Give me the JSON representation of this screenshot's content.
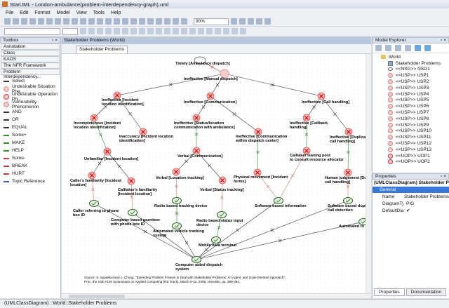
{
  "window": {
    "title": "StarUML - London-ambulance(problem-interdependency-graph).uml"
  },
  "menu": [
    "File",
    "Edit",
    "Format",
    "Model",
    "View",
    "Tools",
    "Help"
  ],
  "toolbar": {
    "zoom": "90%"
  },
  "toolbox": {
    "title": "Toolbox",
    "categories": [
      "Annotation",
      "Class",
      "KAOS",
      "The NFR Framework",
      "Problem Interdependency..."
    ],
    "items": [
      {
        "label": "Select",
        "icon": "cursor",
        "color": "#333333"
      },
      {
        "label": "Undesirable Situation Phe...",
        "icon": "circle",
        "color": "#f5c9c9"
      },
      {
        "label": "Undesirable Operation Ph...",
        "icon": "circle-bold",
        "color": "#f5c9c9"
      },
      {
        "label": "Vulnerability Phenomenon",
        "icon": "circle-dashed",
        "color": "#f5c9c9"
      },
      {
        "label": "AND",
        "icon": "arrow",
        "color": "#333333"
      },
      {
        "label": "OR",
        "icon": "arrow",
        "color": "#333333"
      },
      {
        "label": "EQUAL",
        "icon": "arrow",
        "color": "#333333"
      },
      {
        "label": "Some+",
        "icon": "arrow",
        "color": "#2e8b2e"
      },
      {
        "label": "MAKE",
        "icon": "arrow",
        "color": "#2e8b2e"
      },
      {
        "label": "HELP",
        "icon": "arrow",
        "color": "#2e8b2e"
      },
      {
        "label": "Some-",
        "icon": "arrow",
        "color": "#c04040"
      },
      {
        "label": "BREAK",
        "icon": "arrow",
        "color": "#c04040"
      },
      {
        "label": "HURT",
        "icon": "arrow",
        "color": "#c04040"
      },
      {
        "label": "Topic Reference",
        "icon": "link",
        "color": "#4060a0"
      }
    ]
  },
  "diagram": {
    "header": "Stakeholder Problems (World)",
    "tab": "Stakeholder Problems",
    "nodes": [
      "Timely [Ambulance dispatch]",
      "Ineffective [Manual dispatch]",
      "Ineffective [Incident\nlocation identification]",
      "Ineffective [Communication]",
      "Ineffective [Call handling]",
      "Incompleteness [Incident\nlocation identification]",
      "Inaccuracy [Incident location\nidentification]",
      "Ineffective [Status/location\ncommunication with ambulance]",
      "Ineffective [Communication\nwithin dispatch center]",
      "Ineffective [Callback\nhandling]",
      "Ineffective [Duplicate\ncall handling]",
      "Unfamiliar [Incident location]",
      "Verbal [Communication]",
      "Caller's familiarity [Incident\nlocation]",
      "Calltaker's familiarity\n[Incident location]",
      "Verbal [Location tracking]",
      "Verbal [Status tracking]",
      "Physical movement [Incident\nforms]",
      "Calltaker leaving post\nto consult resource allocator",
      "Human judgement [Duplicate\ncall handling]",
      "Caller referring to phone\nbox ID",
      "Computer based gazetteer\nwith phone box ID",
      "Radio based tracking device",
      "Software based information",
      "Software based duplicate\ncall detection",
      "Radio based status input\ndevice",
      "Automated vehicle tracking\nsystem",
      "Mobile data terminal",
      "Automated re",
      "Computer aided dispatch\nsystem"
    ],
    "source": [
      "Source: S. Supakkul  and L. Chung, \"Extending Problem Frames to Deal with Stakeholder Problems: An Agent- and Goal-Oriented Approach\",",
      "Proc. the 24th ACM Symposium on Applied Computing (RE Track), March 9-12, 2009, Honolulu, pp. 389-394."
    ]
  },
  "explorer": {
    "title": "Model Explorer",
    "root": "World",
    "items": [
      {
        "label": "Stakeholder Problems",
        "kind": "diagram"
      },
      {
        "label": "<<NSG>> NSG1",
        "kind": "softgoal"
      },
      {
        "label": "<<USP>> USP1",
        "kind": "usp"
      },
      {
        "label": "<<USP>> USP2",
        "kind": "usp"
      },
      {
        "label": "<<USP>> USP3",
        "kind": "usp"
      },
      {
        "label": "<<USP>> USP4",
        "kind": "usp"
      },
      {
        "label": "<<USP>> USP5",
        "kind": "usp"
      },
      {
        "label": "<<USP>> USP6",
        "kind": "usp"
      },
      {
        "label": "<<USP>> USP7",
        "kind": "usp"
      },
      {
        "label": "<<USP>> USP8",
        "kind": "usp"
      },
      {
        "label": "<<USP>> USP9",
        "kind": "usp"
      },
      {
        "label": "<<USP>> USP10",
        "kind": "usp"
      },
      {
        "label": "<<USP>> USP11",
        "kind": "usp"
      },
      {
        "label": "<<USP>> USP12",
        "kind": "usp"
      },
      {
        "label": "<<USP>> USP13",
        "kind": "usp"
      },
      {
        "label": "<<UOP>> UOP1",
        "kind": "uop"
      },
      {
        "label": "<<UOP>> UOP2",
        "kind": "uop"
      }
    ]
  },
  "properties": {
    "title": "Properties",
    "subject": "(UMLClassDiagram) Stakeholder Problems",
    "group": "General",
    "rows": [
      {
        "name": "Name",
        "value": "Stakeholder Problems"
      },
      {
        "name": "DiagramType",
        "value": "PIG"
      },
      {
        "name": "DefaultDiagram",
        "value": "✔"
      }
    ],
    "tabs": [
      "Properties",
      "Documentation"
    ]
  },
  "status": "(UMLClassDiagram) ::World::Stakeholder Problems"
}
